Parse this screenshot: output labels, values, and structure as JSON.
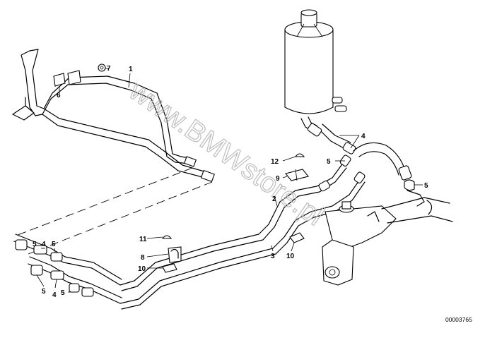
{
  "diagram": {
    "watermark": "www.BMWstore.pl",
    "part_number": "00003765",
    "callouts": [
      {
        "id": "c1",
        "text": "1"
      },
      {
        "id": "c7",
        "text": "7"
      },
      {
        "id": "c6",
        "text": "6"
      },
      {
        "id": "c4a",
        "text": "4"
      },
      {
        "id": "c5a",
        "text": "5"
      },
      {
        "id": "c12",
        "text": "12"
      },
      {
        "id": "c9",
        "text": "9"
      },
      {
        "id": "c5b",
        "text": "5"
      },
      {
        "id": "c2",
        "text": "2"
      },
      {
        "id": "c3",
        "text": "3"
      },
      {
        "id": "c10a",
        "text": "10"
      },
      {
        "id": "c11",
        "text": "11"
      },
      {
        "id": "c8",
        "text": "8"
      },
      {
        "id": "c10b",
        "text": "10"
      },
      {
        "id": "c5c",
        "text": "5"
      },
      {
        "id": "c4b",
        "text": "4"
      },
      {
        "id": "c5d",
        "text": "5"
      },
      {
        "id": "c5e",
        "text": "5"
      },
      {
        "id": "c4c",
        "text": "4"
      },
      {
        "id": "c5f",
        "text": "5"
      }
    ]
  }
}
